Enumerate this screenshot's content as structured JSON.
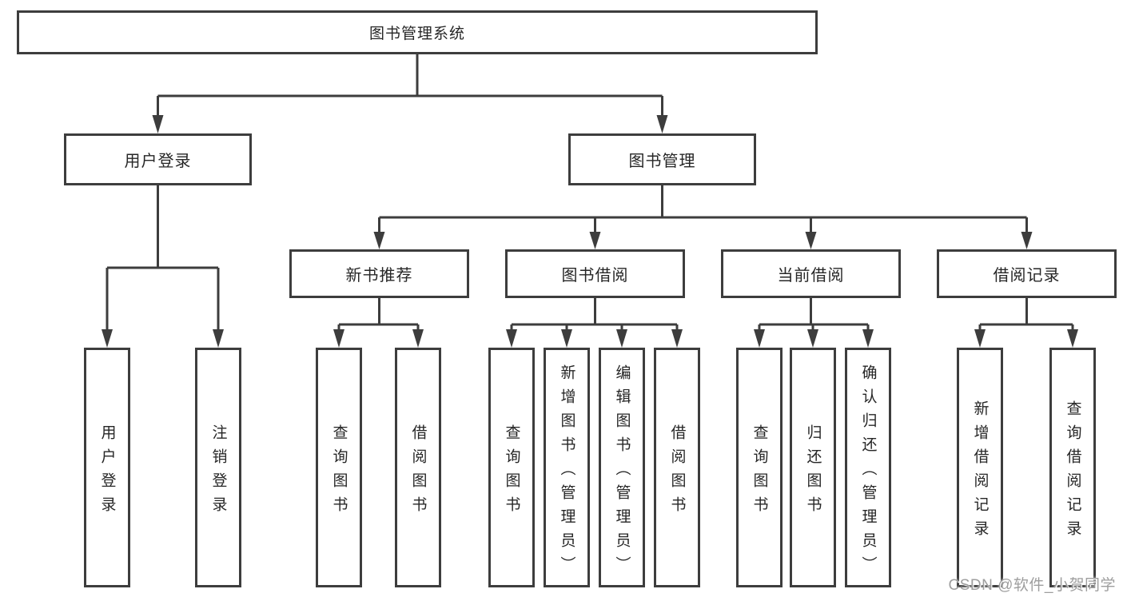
{
  "tree": {
    "root": {
      "label": "图书管理系统"
    },
    "level2": [
      {
        "label": "用户登录",
        "children": [
          "用户登录",
          "注销登录"
        ]
      },
      {
        "label": "图书管理"
      }
    ],
    "level3": [
      {
        "label": "新书推荐",
        "children": [
          "查询图书",
          "借阅图书"
        ]
      },
      {
        "label": "图书借阅",
        "children": [
          "查询图书",
          "新增图书（管理员）",
          "编辑图书（管理员）",
          "借阅图书"
        ]
      },
      {
        "label": "当前借阅",
        "children": [
          "查询图书",
          "归还图书",
          "确认归还（管理员）"
        ]
      },
      {
        "label": "借阅记录",
        "children": [
          "新增借阅记录",
          "查询借阅记录"
        ]
      }
    ]
  },
  "watermark": {
    "text": "CSDN @软件_小贺同学"
  },
  "colors": {
    "line": "#3d3d3d",
    "box_border": "#3d3d3d",
    "box_fill": "#ffffff",
    "text": "#262626",
    "watermark": "#9e9e9e",
    "background": "#ffffff"
  }
}
